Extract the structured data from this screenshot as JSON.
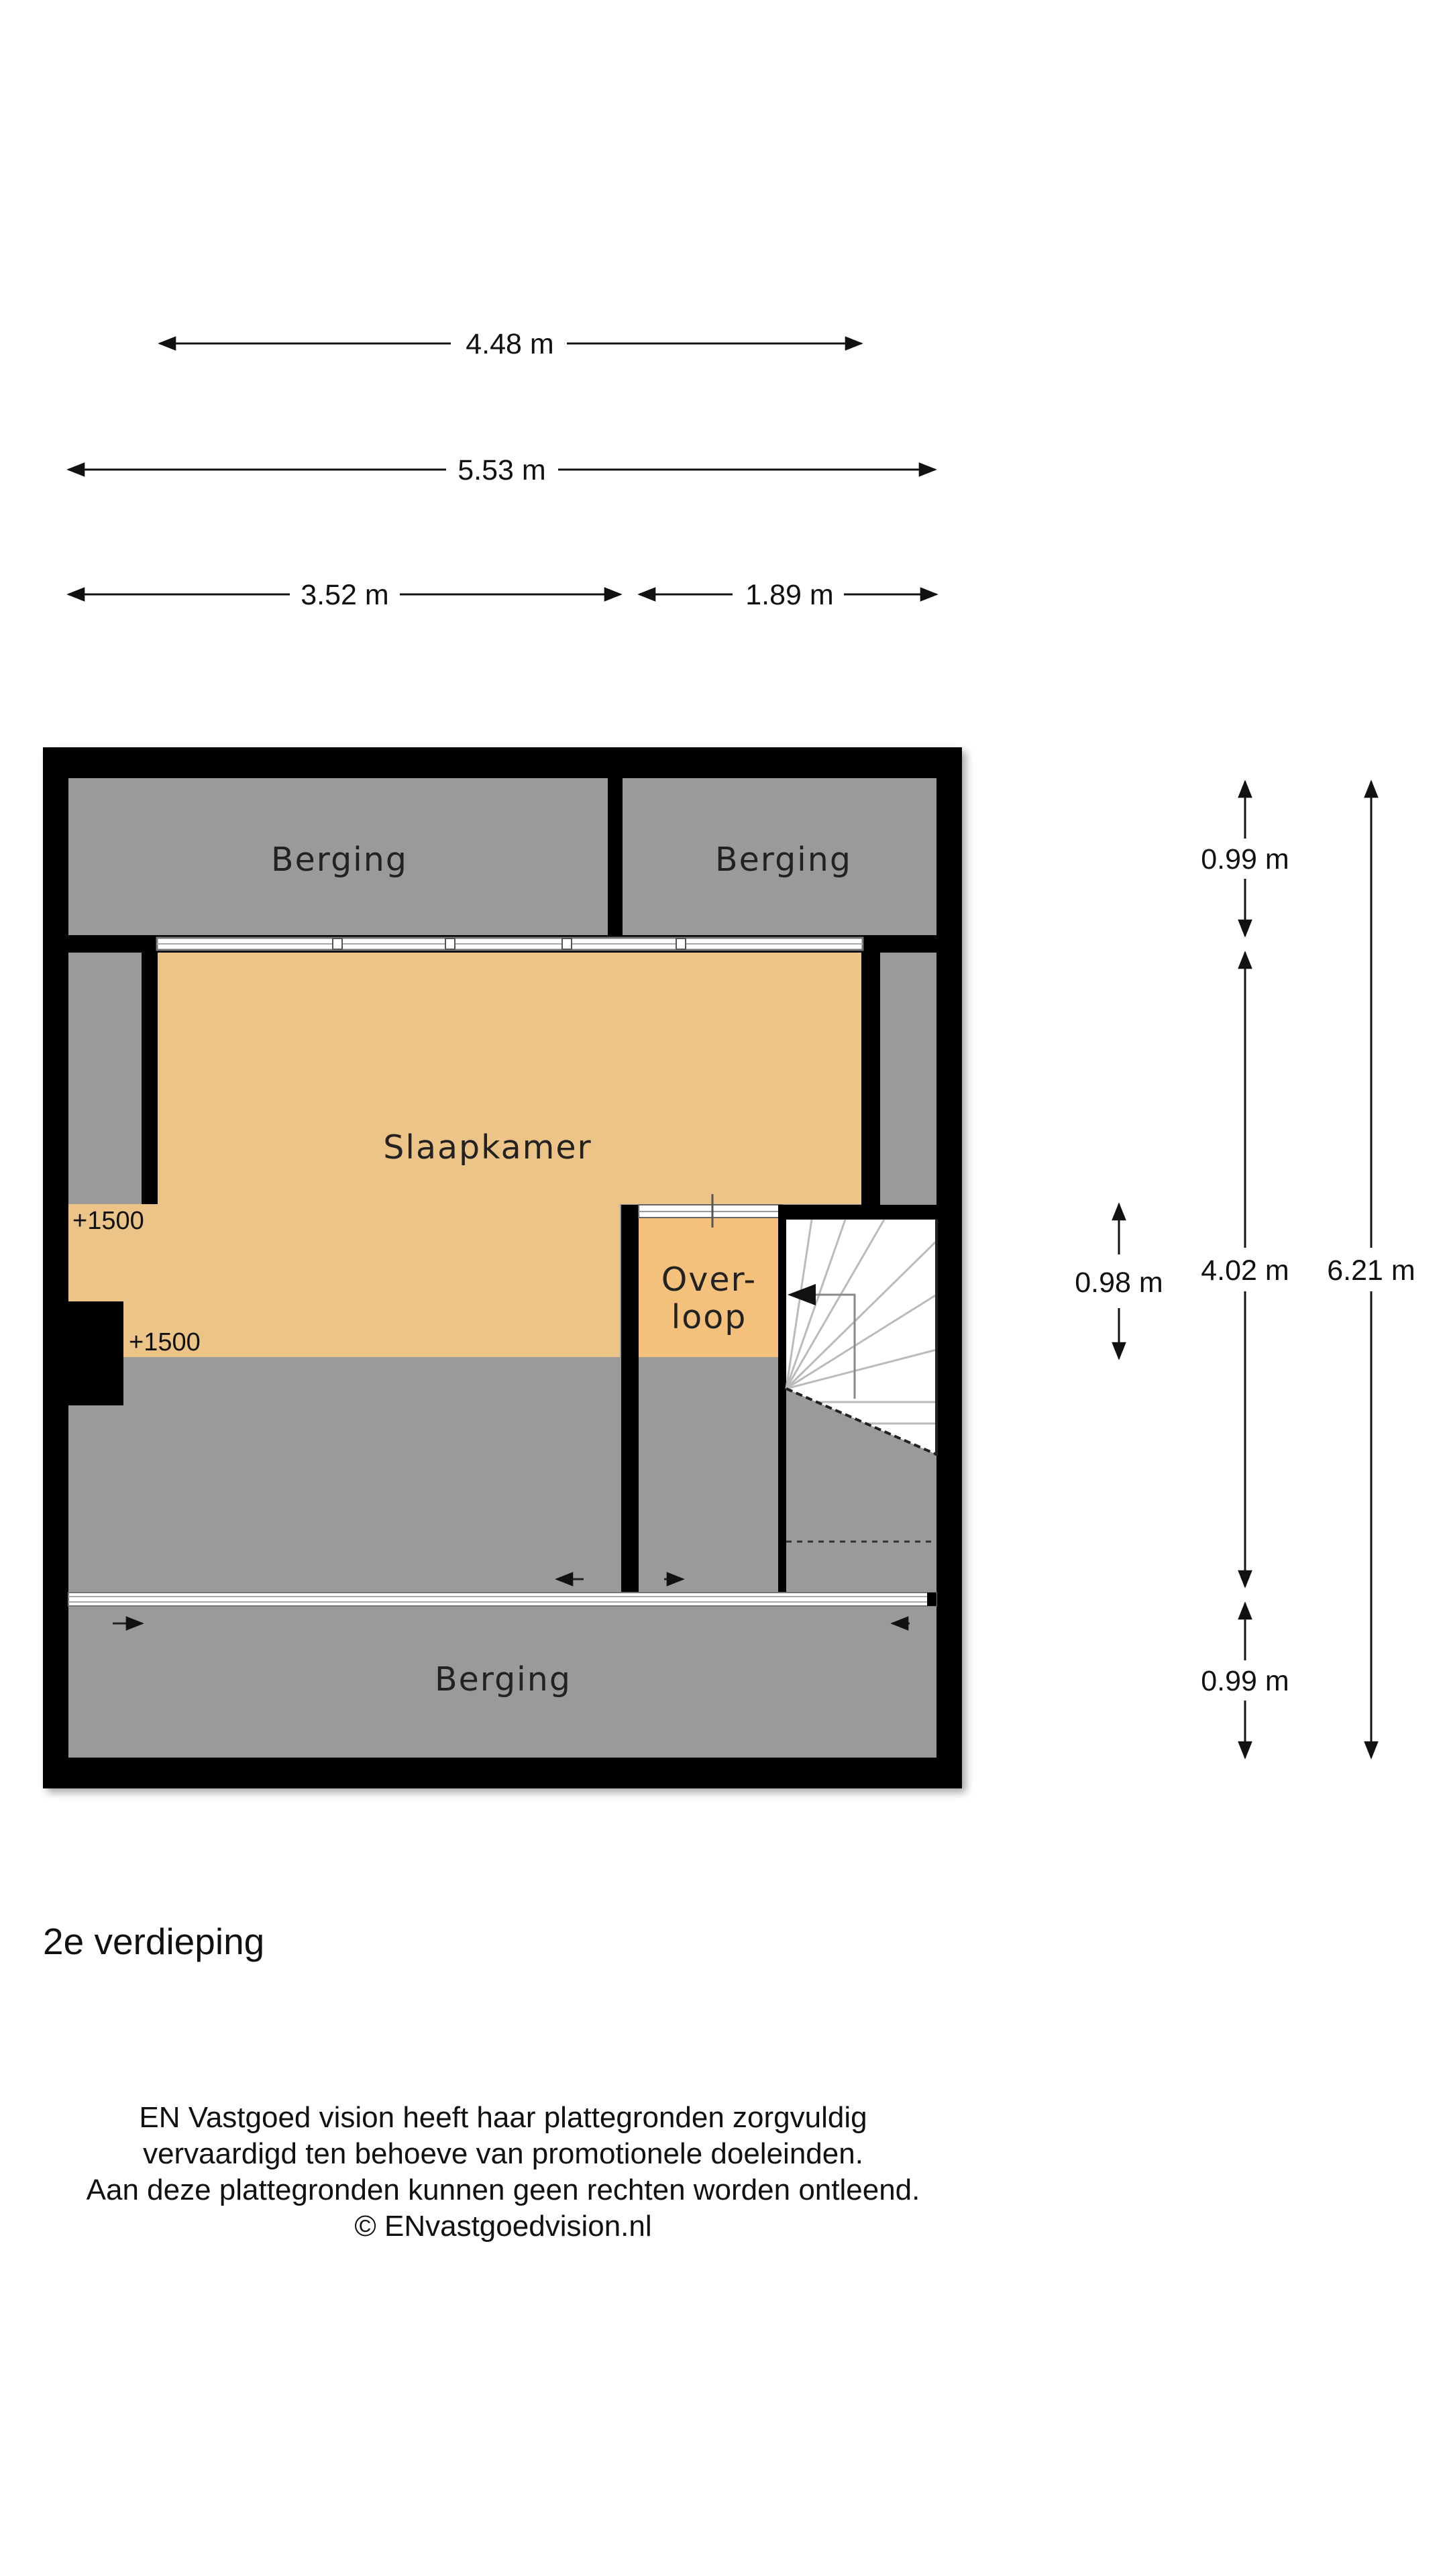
{
  "dimensions": {
    "top_width_a": "4.48 m",
    "top_width_b": "5.53 m",
    "top_left_segment": "3.52 m",
    "top_right_segment": "1.89 m",
    "right_top": "0.99 m",
    "right_middle": "4.02 m",
    "right_bottom": "0.99 m",
    "right_total": "6.21 m",
    "landing_height": "0.98 m"
  },
  "rooms": {
    "berging_top_left": "Berging",
    "berging_top_right": "Berging",
    "slaapkamer": "Slaapkamer",
    "overloop_line1": "Over-",
    "overloop_line2": "loop",
    "berging_bottom": "Berging"
  },
  "levels": {
    "level_a": "+1500",
    "level_b": "+1500"
  },
  "floor_title": "2e verdieping",
  "disclaimer": {
    "line1": "EN Vastgoed vision heeft haar plattegronden zorgvuldig",
    "line2": "vervaardigd ten behoeve van promotionele doeleinden.",
    "line3": "Aan deze plattegronden kunnen geen rechten worden ontleend.",
    "line4": "© ENvastgoedvision.nl"
  },
  "colors": {
    "wall": "#000000",
    "storage_fill": "#9a9a9a",
    "bedroom_fill": "#ecc487",
    "landing_fill": "#f3c17c",
    "stair_fill": "#ffffff"
  }
}
